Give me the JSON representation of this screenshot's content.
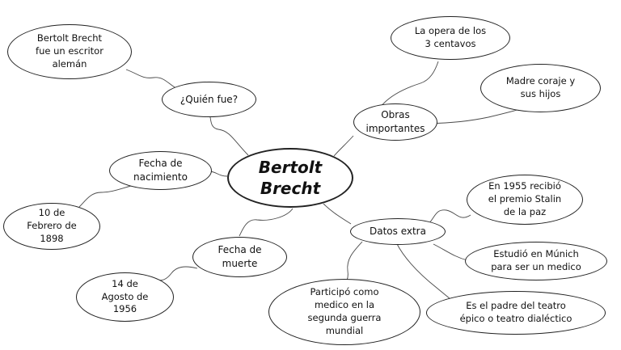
{
  "mindmap": {
    "center": "Bertolt\nBrecht",
    "quien_fue": {
      "label": "¿Quién fue?",
      "detail": "Bertolt Brecht\nfue un escritor\nalemán"
    },
    "nacimiento": {
      "label": "Fecha de\nnacimiento",
      "detail": "10 de\nFebrero de\n1898"
    },
    "muerte": {
      "label": "Fecha de\nmuerte",
      "detail": "14 de\nAgosto de\n1956"
    },
    "obras": {
      "label": "Obras\nimportantes",
      "items": [
        "La opera de los\n3 centavos",
        "Madre coraje y\nsus hijos"
      ]
    },
    "datos": {
      "label": "Datos extra",
      "items": [
        "En 1955 recibió\nel premio Stalin\nde la paz",
        "Estudió en Múnich\npara ser un medico",
        "Es el padre del teatro\népico o teatro dialéctico",
        "Participó como\nmedico en la\nsegunda guerra\nmundial"
      ]
    }
  }
}
